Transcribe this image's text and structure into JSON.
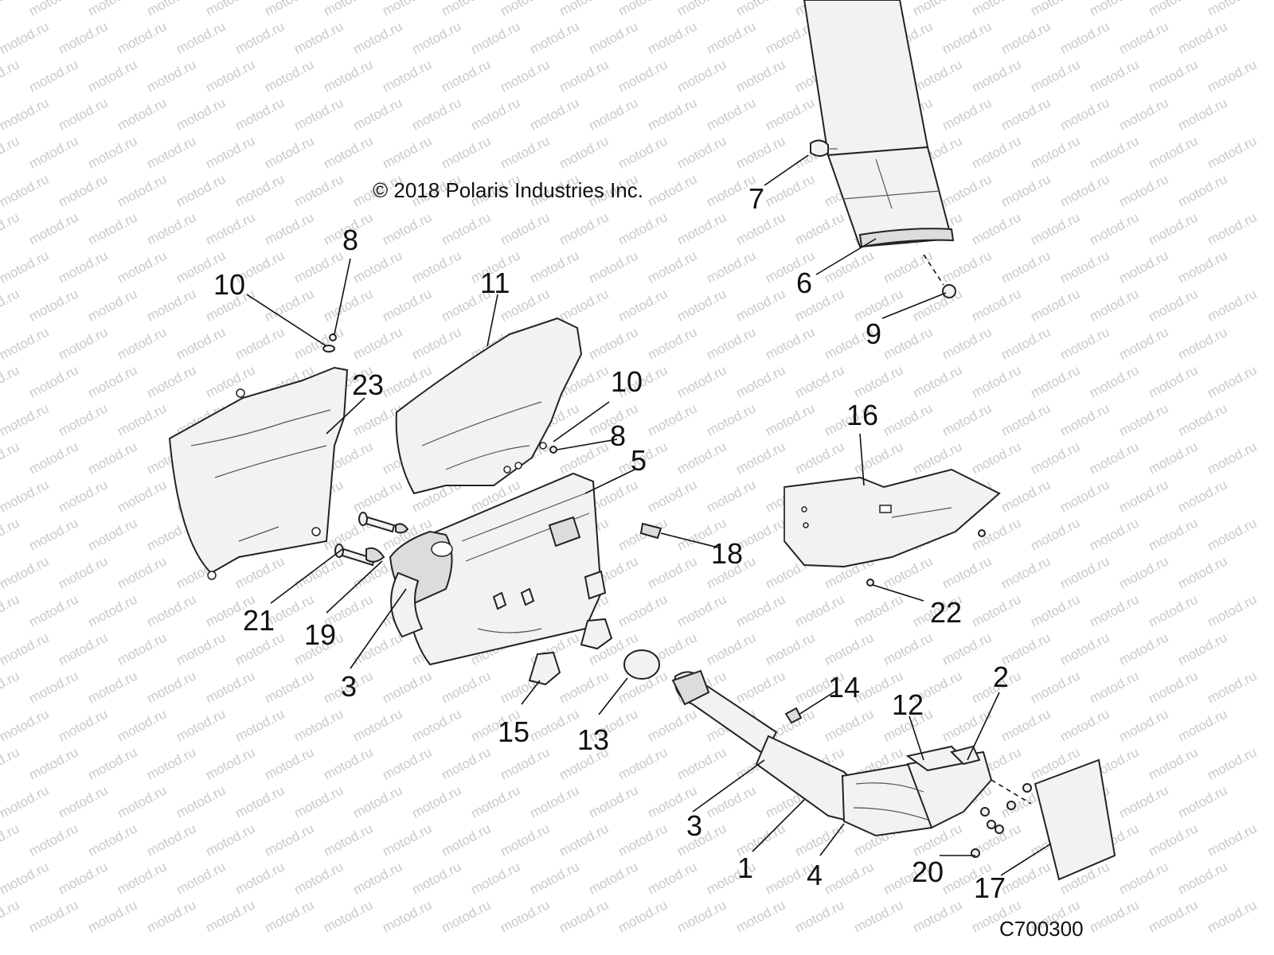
{
  "copyright": "© 2018 Polaris Industries Inc.",
  "drawing_code": "C700300",
  "watermark_text": "motod.ru",
  "callouts": [
    {
      "id": "7",
      "label": "7"
    },
    {
      "id": "6",
      "label": "6"
    },
    {
      "id": "9",
      "label": "9"
    },
    {
      "id": "8a",
      "label": "8"
    },
    {
      "id": "10a",
      "label": "10"
    },
    {
      "id": "11",
      "label": "11"
    },
    {
      "id": "23",
      "label": "23"
    },
    {
      "id": "10b",
      "label": "10"
    },
    {
      "id": "8b",
      "label": "8"
    },
    {
      "id": "5",
      "label": "5"
    },
    {
      "id": "16",
      "label": "16"
    },
    {
      "id": "18",
      "label": "18"
    },
    {
      "id": "22",
      "label": "22"
    },
    {
      "id": "21",
      "label": "21"
    },
    {
      "id": "19",
      "label": "19"
    },
    {
      "id": "3a",
      "label": "3"
    },
    {
      "id": "15",
      "label": "15"
    },
    {
      "id": "13",
      "label": "13"
    },
    {
      "id": "14",
      "label": "14"
    },
    {
      "id": "12",
      "label": "12"
    },
    {
      "id": "2",
      "label": "2"
    },
    {
      "id": "3b",
      "label": "3"
    },
    {
      "id": "1",
      "label": "1"
    },
    {
      "id": "4",
      "label": "4"
    },
    {
      "id": "20",
      "label": "20"
    },
    {
      "id": "17",
      "label": "17"
    }
  ]
}
